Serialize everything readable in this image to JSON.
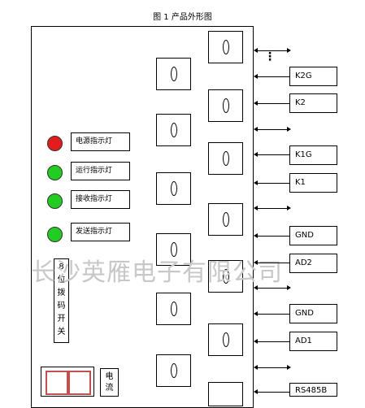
{
  "title": "图 1   产品外形图",
  "leds": [
    {
      "label": "电源指示灯",
      "color": "#e21d1d"
    },
    {
      "label": "运行指示灯",
      "color": "#22cc22"
    },
    {
      "label": "接收指示灯",
      "color": "#22cc22"
    },
    {
      "label": "发送指示灯",
      "color": "#22cc22"
    }
  ],
  "dip_switch": {
    "chars": [
      "8",
      "位",
      "拨",
      "码",
      "开",
      "关"
    ]
  },
  "current_label": {
    "chars": [
      "电",
      "流"
    ]
  },
  "terminals": [
    "K2G",
    "K2",
    "K1G",
    "K1",
    "GND",
    "AD2",
    "GND",
    "AD1",
    "RS485B"
  ],
  "ellipsis": "⋮",
  "watermark": "长沙英雁电子有限公司"
}
